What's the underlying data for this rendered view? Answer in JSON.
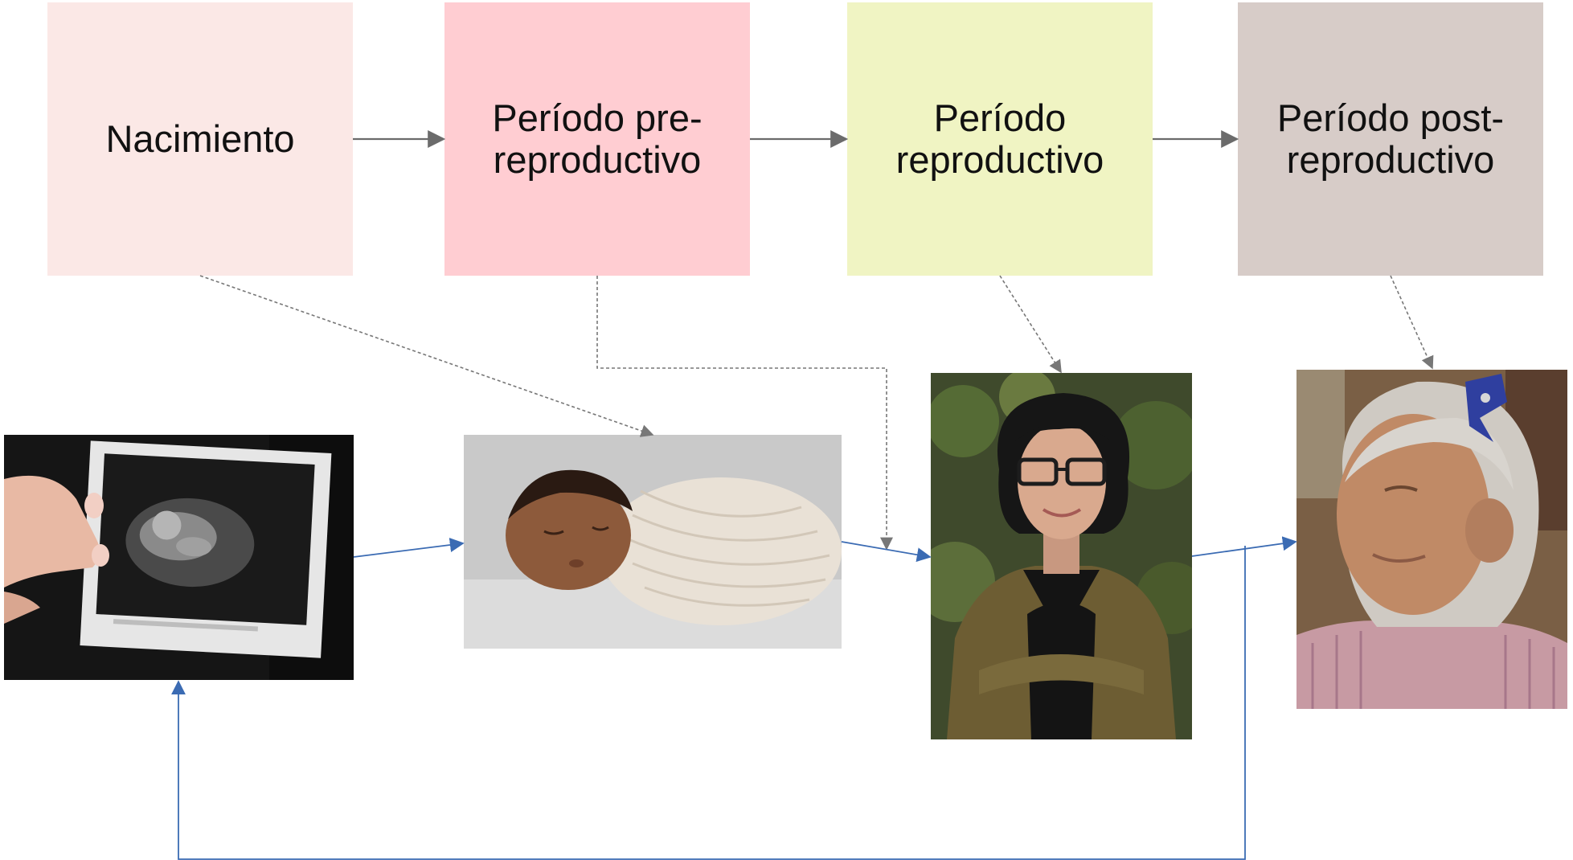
{
  "stages": [
    {
      "id": "birth",
      "label": "Nacimiento",
      "color": "#fbe8e6"
    },
    {
      "id": "pre",
      "label": "Período pre-\nreproductivo",
      "color": "#ffcdd2"
    },
    {
      "id": "repro",
      "label": "Período\nreproductivo",
      "color": "#f0f4c3"
    },
    {
      "id": "post",
      "label": "Período post-\nreproductivo",
      "color": "#d7ccc8"
    }
  ],
  "photos": [
    {
      "id": "ultrasound",
      "icon": "ultrasound-photo"
    },
    {
      "id": "newborn",
      "icon": "sleeping-baby-photo"
    },
    {
      "id": "young-adult",
      "icon": "young-woman-photo"
    },
    {
      "id": "elderly",
      "icon": "elderly-woman-photo"
    }
  ],
  "colors": {
    "flow_arrow": "#6b6b6b",
    "dashed_link": "#777777",
    "cycle_arrow": "#3b6bb3"
  }
}
